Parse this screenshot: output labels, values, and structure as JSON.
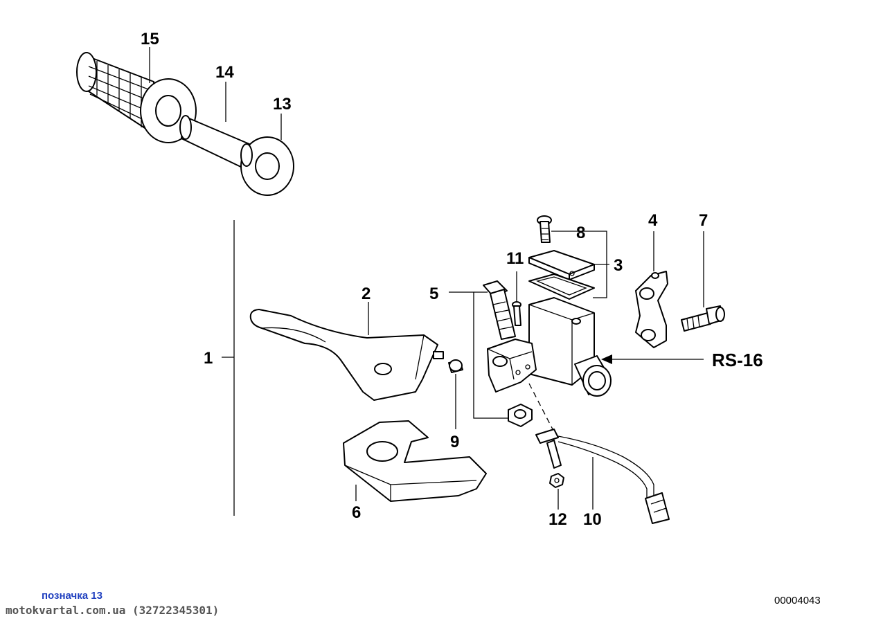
{
  "callouts": {
    "c1": "1",
    "c2": "2",
    "c3": "3",
    "c4": "4",
    "c5": "5",
    "c6": "6",
    "c7": "7",
    "c8": "8",
    "c9": "9",
    "c10": "10",
    "c11": "11",
    "c12": "12",
    "c13": "13",
    "c14": "14",
    "c15": "15"
  },
  "reference_label": "RS-16",
  "footer": {
    "link_text": "позначка 13",
    "watermark": "motokvartal.com.ua (32722345301)",
    "diagram_id": "00004043"
  },
  "colors": {
    "line": "#000000",
    "link": "#1f3fbf",
    "watermark": "#555555"
  }
}
